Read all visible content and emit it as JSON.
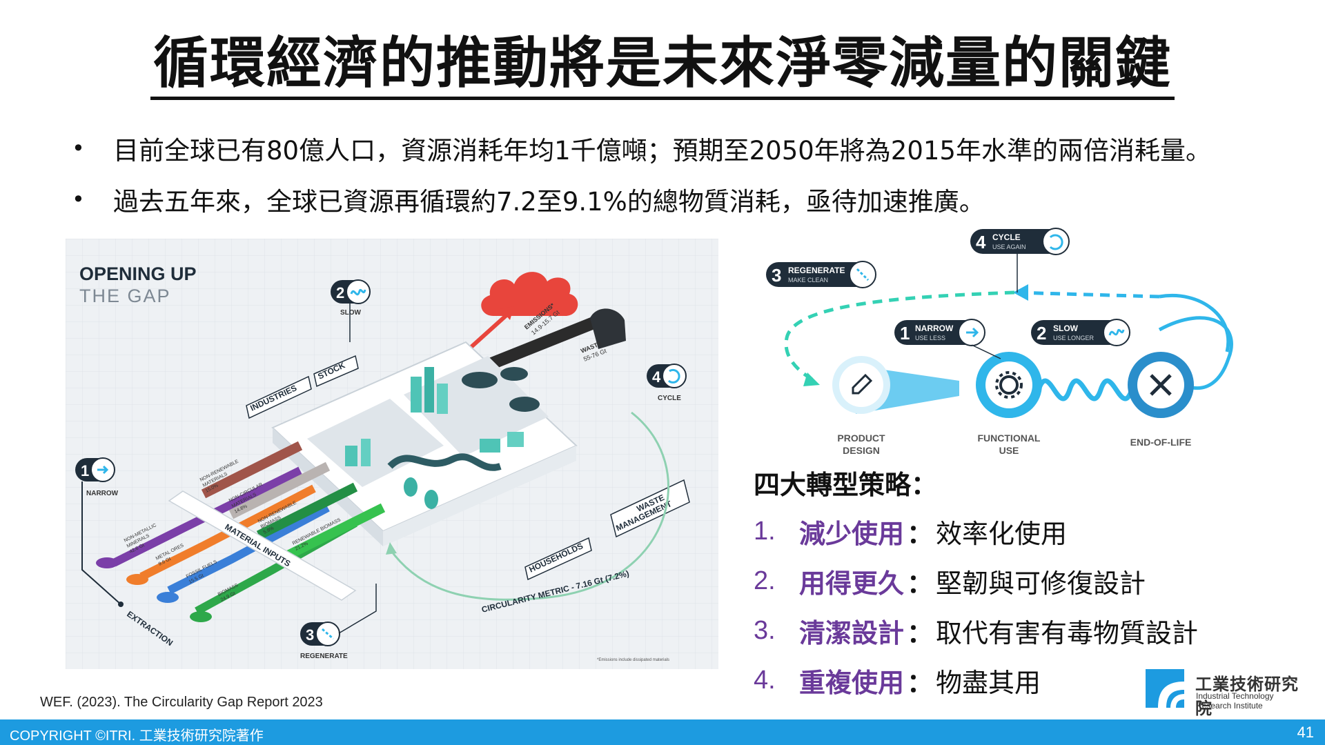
{
  "title": "循環經濟的推動將是未來淨零減量的關鍵",
  "bullets": [
    "目前全球已有80億人口，資源消耗年均1千億噸；預期至2050年將為2015年水準的兩倍消耗量。",
    "過去五年來，全球已資源再循環約7.2至9.1%的總物質消耗，亟待加速推廣。"
  ],
  "bullet_symbol": "•",
  "gap": {
    "heading1": "OPENING UP",
    "heading2": "THE GAP",
    "stage1_num": "1",
    "stage1_label": "NARROW",
    "stage2_num": "2",
    "stage2_label": "SLOW",
    "stage3_num": "3",
    "stage3_label": "REGENERATE",
    "stage4_num": "4",
    "stage4_label": "CYCLE",
    "industries": "INDUSTRIES",
    "stock": "STOCK",
    "households": "HOUSEHOLDS",
    "waste_mgmt_1": "WASTE",
    "waste_mgmt_2": "MANAGEMENT",
    "material_inputs": "MATERIAL INPUTS",
    "extraction": "EXTRACTION",
    "circularity": "CIRCULARITY METRIC - 7.16 Gt (7.2%)",
    "emissions_1": "EMISSIONS*",
    "emissions_2": "14.9-15.7 Gt",
    "waste_1": "WASTE",
    "waste_2": "55-76 Gt",
    "flow_nonmetallic_1": "NON-METALLIC",
    "flow_nonmetallic_2": "MINERALS",
    "flow_nonmetallic_3": "42.6 Gt",
    "flow_metal_1": "METAL ORES",
    "flow_metal_2": "9.6 Gt",
    "flow_fossil_1": "FOSSIL FUELS",
    "flow_fossil_2": "15.5 Gt",
    "flow_biomass_1": "BIOMASS",
    "flow_biomass_2": "24.9 Gt",
    "flow_nonrenew_mat_1": "NON-RENEWABLE",
    "flow_nonrenew_mat_2": "MATERIALS",
    "flow_nonrenew_mat_3": "15.0%",
    "flow_noncirc_1": "NON-CIRCULAR",
    "flow_noncirc_2": "MATERIALS",
    "flow_noncirc_3": "14.8%",
    "flow_nonrenew_bio_1": "NON-RENEWABLE",
    "flow_nonrenew_bio_2": "BIOMASS",
    "flow_nonrenew_bio_3": "5.9%",
    "flow_renew_bio_1": "RENEWABLE BIOMASS",
    "flow_renew_bio_2": "21.2%",
    "footnote": "*Emissions include dissipated materials"
  },
  "citation": "WEF. (2023). The Circularity Gap Report 2023",
  "loop": {
    "regenerate_num": "3",
    "regenerate_title": "REGENERATE",
    "regenerate_sub": "MAKE CLEAN",
    "cycle_num": "4",
    "cycle_title": "CYCLE",
    "cycle_sub": "USE AGAIN",
    "narrow_num": "1",
    "narrow_title": "NARROW",
    "narrow_sub": "USE LESS",
    "slow_num": "2",
    "slow_title": "SLOW",
    "slow_sub": "USE LONGER",
    "product_1": "PRODUCT",
    "product_2": "DESIGN",
    "functional_1": "FUNCTIONAL",
    "functional_2": "USE",
    "eol": "END-OF-LIFE"
  },
  "strategy_title": "四大轉型策略：",
  "strategies": [
    {
      "num": "1.",
      "name": "減少使用",
      "sep": "：",
      "desc": "效率化使用"
    },
    {
      "num": "2.",
      "name": "用得更久",
      "sep": "：",
      "desc": "堅韌與可修復設計"
    },
    {
      "num": "3.",
      "name": "清潔設計",
      "sep": "：",
      "desc": "取代有害有毒物質設計"
    },
    {
      "num": "4.",
      "name": "重複使用",
      "sep": "：",
      "desc": "物盡其用"
    }
  ],
  "logo": {
    "zh": "工業技術研究院",
    "en1": "Industrial Technology",
    "en2": "Research Institute"
  },
  "footer": {
    "copyright": "COPYRIGHT ©ITRI. 工業技術研究院著作",
    "page": "41"
  },
  "colors": {
    "accent_purple": "#6a3a9a",
    "footer_blue": "#1d9be0",
    "loop_blue": "#2fb6ea",
    "loop_teal": "#34d1b4",
    "emission_red": "#e8453c"
  }
}
